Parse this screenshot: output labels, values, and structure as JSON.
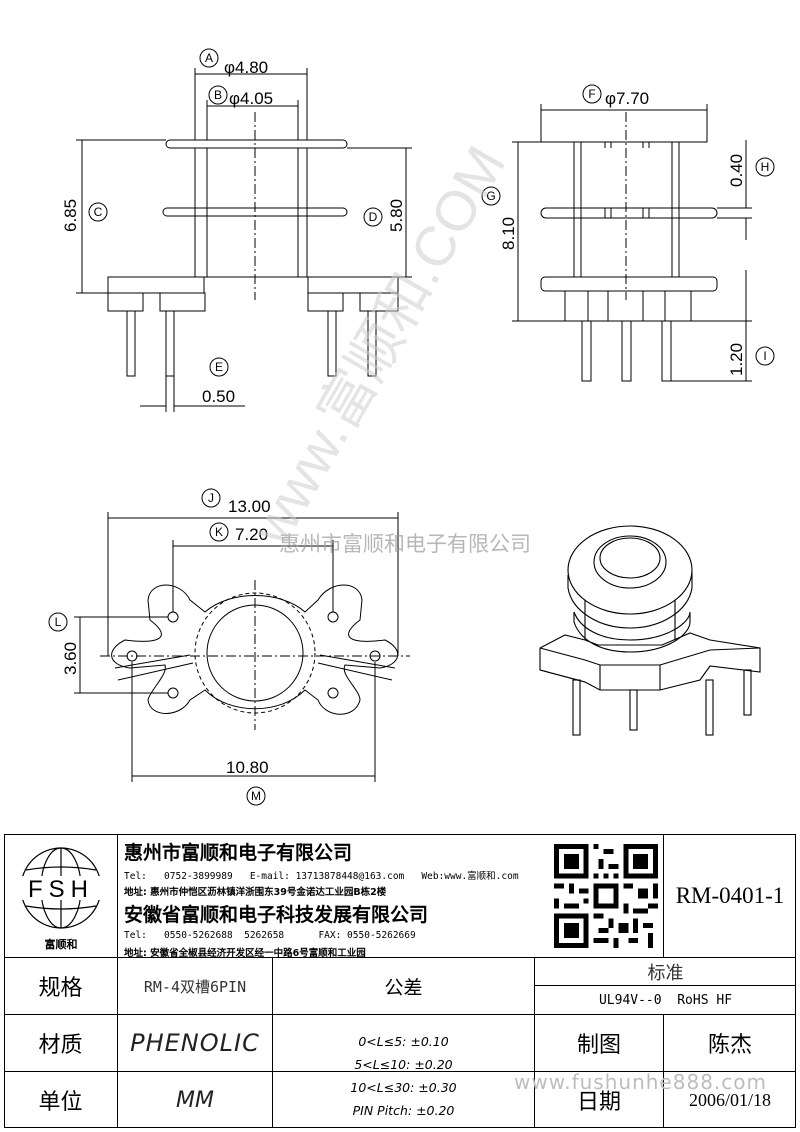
{
  "drawing": {
    "dims": {
      "A": "φ4.80",
      "B": "φ4.05",
      "C": "6.85",
      "D": "5.80",
      "E": "0.50",
      "F": "φ7.70",
      "G": "8.10",
      "H": "0.40",
      "I": "1.20",
      "J": "13.00",
      "K": "7.20",
      "L": "3.60",
      "M": "10.80"
    },
    "labels": {
      "A": "A",
      "B": "B",
      "C": "C",
      "D": "D",
      "E": "E",
      "F": "F",
      "G": "G",
      "H": "H",
      "I": "I",
      "J": "J",
      "K": "K",
      "L": "L",
      "M": "M"
    },
    "watermark_diag": "www.富顺和.COM",
    "watermark_company": "惠州市富顺和电子有限公司",
    "watermark_url": "www.fushunhe888.com"
  },
  "title_block": {
    "logo_text": "FSH",
    "logo_caption": "富顺和",
    "company1": "惠州市富顺和电子有限公司",
    "company1_contact": "Tel:   0752-3899989   E-mail: 13713878448@163.com   Web:www.富顺和.com",
    "company1_address": "地址: 惠州市仲恺区沥林镇洋浙围东39号金诺达工业园B栋2楼",
    "company2": "安徽省富顺和电子科技发展有限公司",
    "company2_contact": "Tel:   0550-5262688  5262658      FAX: 0550-5262669",
    "company2_address": "地址: 安徽省全椒县经济开发区经一中路6号富顺和工业园",
    "part_number": "RM-0401-1",
    "spec_label": "规格",
    "spec_value": "RM-4双槽6PIN",
    "material_label": "材质",
    "material_value": "PHENOLIC",
    "unit_label": "单位",
    "unit_value": "MM",
    "tolerance_label": "公差",
    "tolerances": [
      "0<L≤5: ±0.10",
      "5<L≤10: ±0.20",
      "10<L≤30: ±0.30",
      "PIN Pitch: ±0.20"
    ],
    "standard_label": "标准",
    "standard_value": "UL94V--0  RoHS HF",
    "drawn_label": "制图",
    "drawn_value": "陈杰",
    "date_label": "日期",
    "date_value": "2006/01/18"
  }
}
